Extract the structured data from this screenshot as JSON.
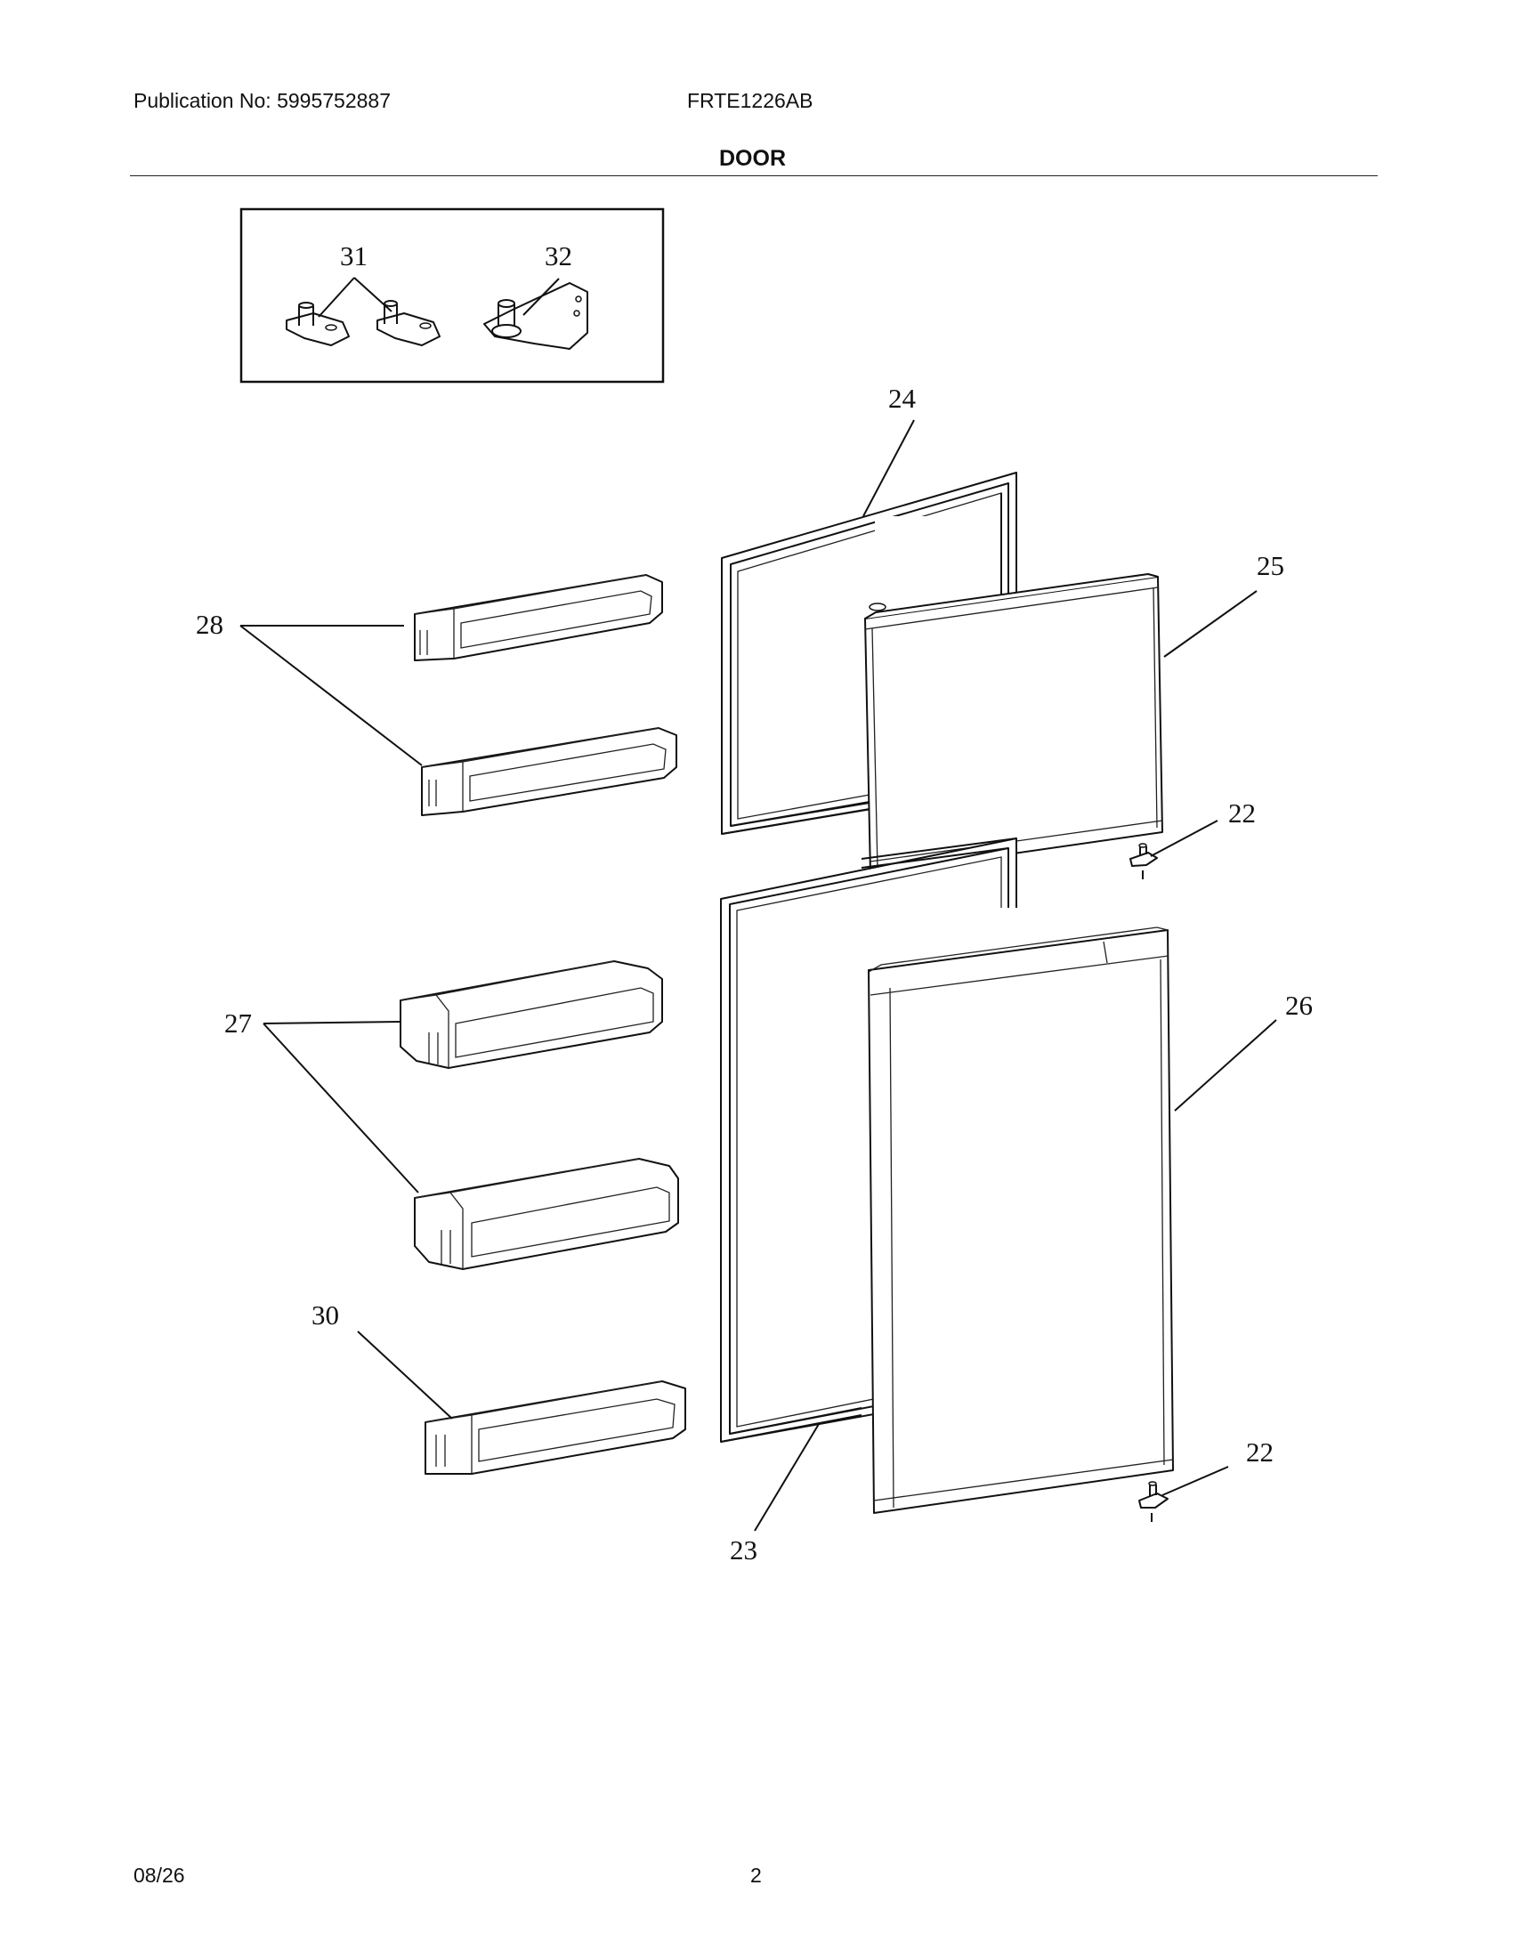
{
  "header": {
    "publication": "Publication No: 5995752887",
    "model": "FRTE1226AB"
  },
  "section_title": "DOOR",
  "callouts": {
    "c31": "31",
    "c32": "32",
    "c24": "24",
    "c25": "25",
    "c28": "28",
    "c22a": "22",
    "c26": "26",
    "c27": "27",
    "c30": "30",
    "c22b": "22",
    "c23": "23"
  },
  "footer": {
    "date": "08/26",
    "page": "2"
  }
}
